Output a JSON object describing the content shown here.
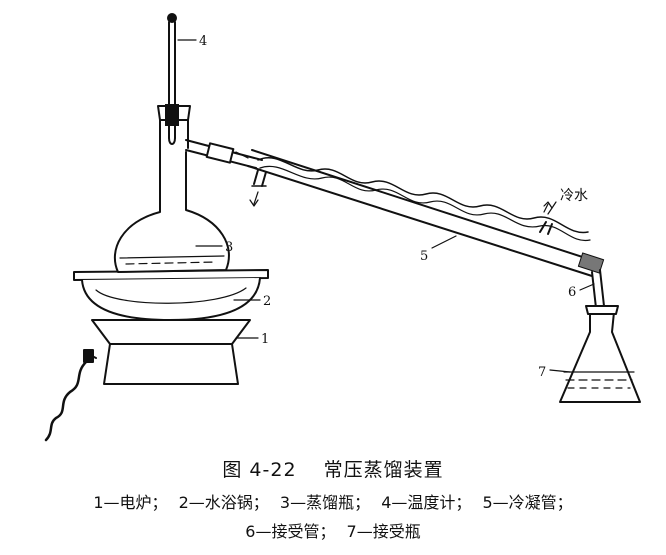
{
  "figure": {
    "number": "图 4-22",
    "title": "常压蒸馏装置"
  },
  "callouts": {
    "c1": "1",
    "c2": "2",
    "c3": "3",
    "c4": "4",
    "c5": "5",
    "c6": "6",
    "c7": "7",
    "cold_water": "冷水"
  },
  "legend": {
    "line1": [
      "1—电炉；",
      "2—水浴锅；",
      "3—蒸馏瓶；",
      "4—温度计；",
      "5—冷凝管；"
    ],
    "line2": [
      "6—接受管；",
      "7—接受瓶"
    ]
  }
}
